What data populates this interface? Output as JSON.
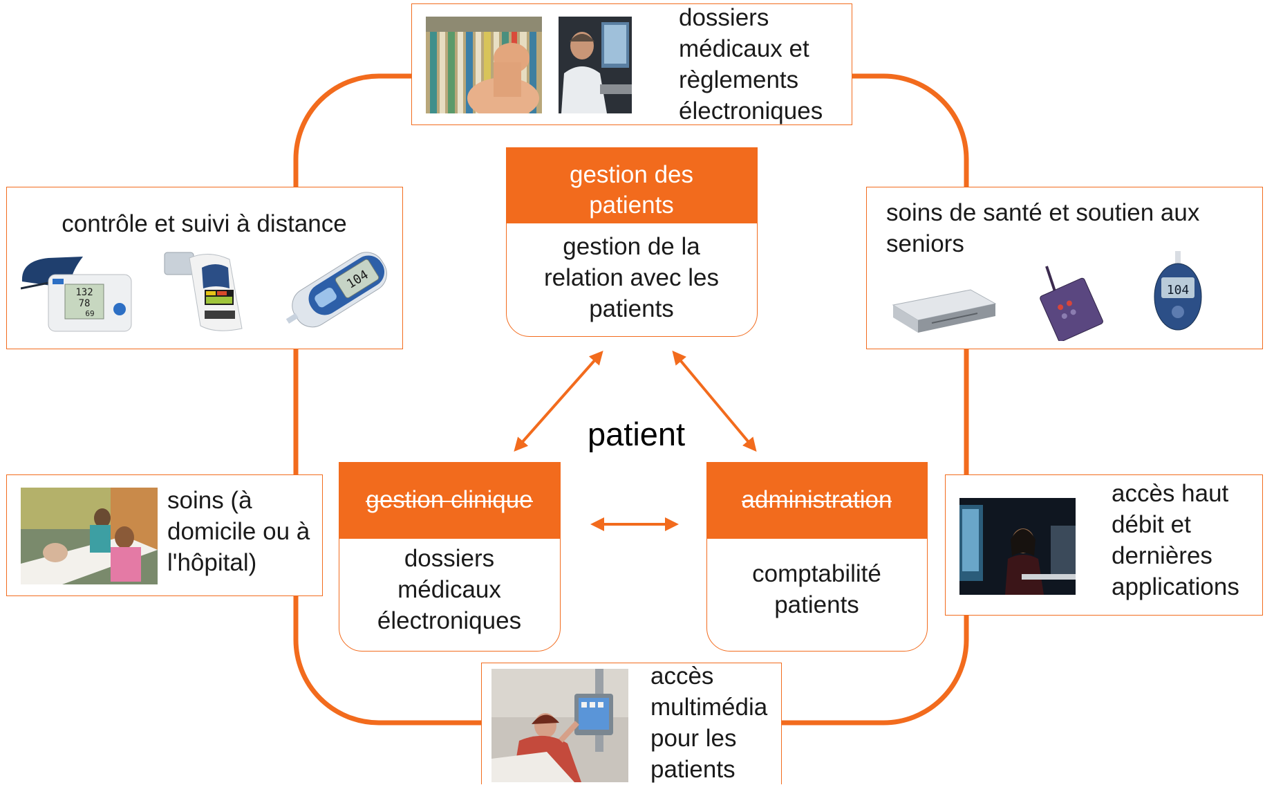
{
  "colors": {
    "accent": "#f26b1d",
    "text": "#1a1a1a"
  },
  "center_label": "patient",
  "core_modules": {
    "patient_management": {
      "title": "gestion des patients",
      "description": "gestion de la relation avec les patients"
    },
    "clinical_management": {
      "title": "gestion clinique",
      "description": "dossiers médicaux électroniques"
    },
    "administration": {
      "title": "administration",
      "description": "comptabilité patients"
    }
  },
  "outer_services": {
    "medical_records": {
      "text": "dossiers médicaux et règlements électroniques",
      "images": [
        "file-cabinet-photo",
        "doctor-computer-photo"
      ]
    },
    "remote_monitoring": {
      "text": "contrôle et suivi à distance",
      "images": [
        "blood-pressure-monitor-photo",
        "peak-flow-meter-photo",
        "glucose-meter-photo"
      ]
    },
    "senior_care": {
      "text": "soins de santé et soutien aux seniors",
      "images": [
        "set-top-box-photo",
        "alarm-pendant-photo",
        "glucose-meter-photo"
      ]
    },
    "care": {
      "text": "soins (à domicile ou à l'hôpital)",
      "images": [
        "hospital-stretcher-photo"
      ]
    },
    "broadband": {
      "text": "accès haut débit et dernières applications",
      "images": [
        "woman-at-computer-photo"
      ]
    },
    "multimedia": {
      "text": "accès multimédia pour les patients",
      "images": [
        "patient-bedside-terminal-photo"
      ]
    }
  },
  "device_readouts": {
    "bp_systolic": "132",
    "bp_diastolic": "78",
    "bp_pulse": "69",
    "glucose_value": "104",
    "glucose_value_2": "104"
  }
}
